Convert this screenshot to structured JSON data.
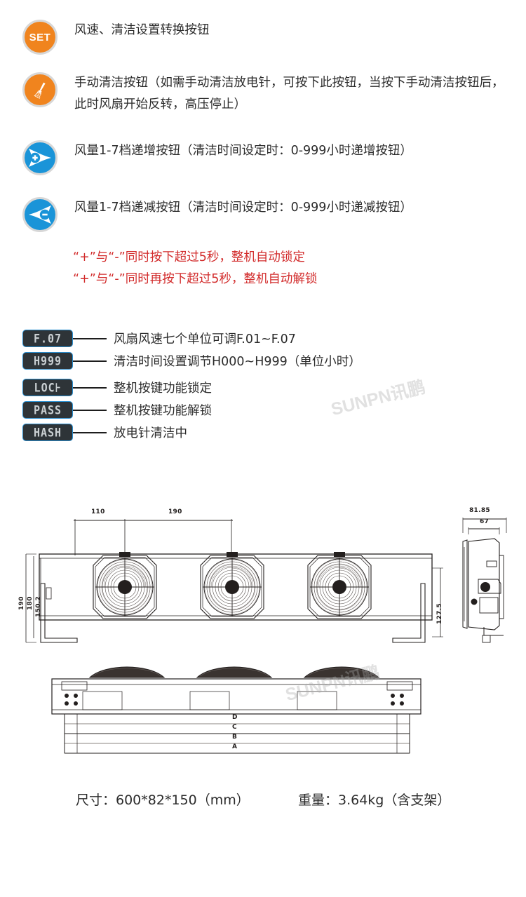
{
  "legend": {
    "rows": [
      {
        "icon": "set-button-icon",
        "badge_color": "#f0841e",
        "badge_text": "SET",
        "lines": [
          "风速、清洁设置转换按钮"
        ]
      },
      {
        "icon": "brush-button-icon",
        "badge_color": "#f0841e",
        "badge_text": "",
        "lines": [
          "手动清洁按钮（如需手动清洁放电针，可按下此按钮，当按下手动清洁按钮后，",
          "此时风扇开始反转，高压停止）"
        ]
      },
      {
        "icon": "plus-arrow-right-icon",
        "badge_color": "#1a94d8",
        "badge_text": "",
        "lines": [
          "风量1-7档递增按钮（清洁时间设定时：0-999小时递增按钮）"
        ]
      },
      {
        "icon": "minus-arrow-left-icon",
        "badge_color": "#1a94d8",
        "badge_text": "",
        "lines": [
          "风量1-7档递减按钮（清洁时间设定时：0-999小时递减按钮）"
        ]
      }
    ]
  },
  "notes": {
    "color": "#d22b2b",
    "lines": [
      "“+”与“-”同时按下超过5秒，整机自动锁定",
      "“+”与“-”同时再按下超过5秒，整机自动解锁"
    ]
  },
  "led_list": {
    "items": [
      {
        "display": "F.07",
        "desc": "风扇风速七个单位可调F.01~F.07"
      },
      {
        "display": "H999",
        "desc": "清洁时间设置调节H000~H999（单位小时）"
      },
      {
        "display": "LOC⊦",
        "desc": "整机按键功能锁定"
      },
      {
        "display": "PASS",
        "desc": "整机按键功能解锁"
      },
      {
        "display": "HASH",
        "desc": "放电针清洁中"
      }
    ]
  },
  "watermark": {
    "text": "SUNPN讯鹏"
  },
  "drawing": {
    "title": "product-dimension-drawing",
    "dimensions": {
      "front_top_1": "110",
      "front_top_2": "190",
      "front_left_1": "190",
      "front_left_2": "180",
      "front_left_3": "150.2",
      "front_right": "127.5",
      "side_top_1": "81.85",
      "side_top_2": "67"
    },
    "bottom_labels": [
      "D",
      "C",
      "B",
      "A"
    ]
  },
  "footer": {
    "size": "尺寸：600*82*150（mm）",
    "weight": "重量：3.64kg（含支架）"
  }
}
